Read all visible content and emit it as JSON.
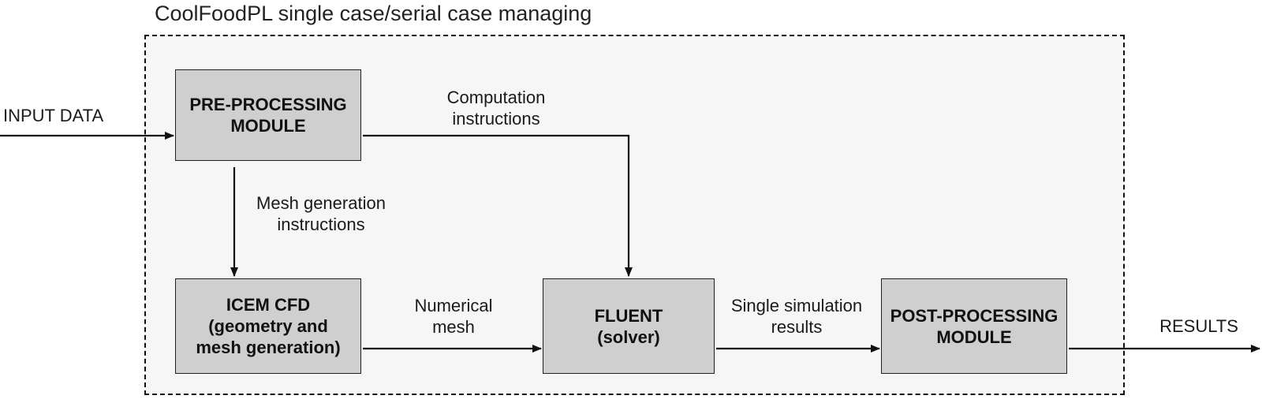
{
  "title": "CoolFoodPL single case/serial case managing",
  "boxes": {
    "pre": {
      "lines": [
        "PRE-PROCESSING",
        "MODULE"
      ]
    },
    "icem": {
      "lines": [
        "ICEM CFD",
        "(geometry and",
        "mesh generation)"
      ]
    },
    "fluent": {
      "lines": [
        "FLUENT",
        "(solver)"
      ]
    },
    "post": {
      "lines": [
        "POST-PROCESSING",
        "MODULE"
      ]
    }
  },
  "labels": {
    "input": {
      "lines": [
        "INPUT DATA"
      ]
    },
    "computation": {
      "lines": [
        "Computation",
        "instructions"
      ]
    },
    "mesh_gen": {
      "lines": [
        "Mesh generation",
        "instructions"
      ]
    },
    "numerical": {
      "lines": [
        "Numerical",
        "mesh"
      ]
    },
    "single_sim": {
      "lines": [
        "Single simulation",
        "results"
      ]
    },
    "results": {
      "lines": [
        "RESULTS"
      ]
    }
  }
}
